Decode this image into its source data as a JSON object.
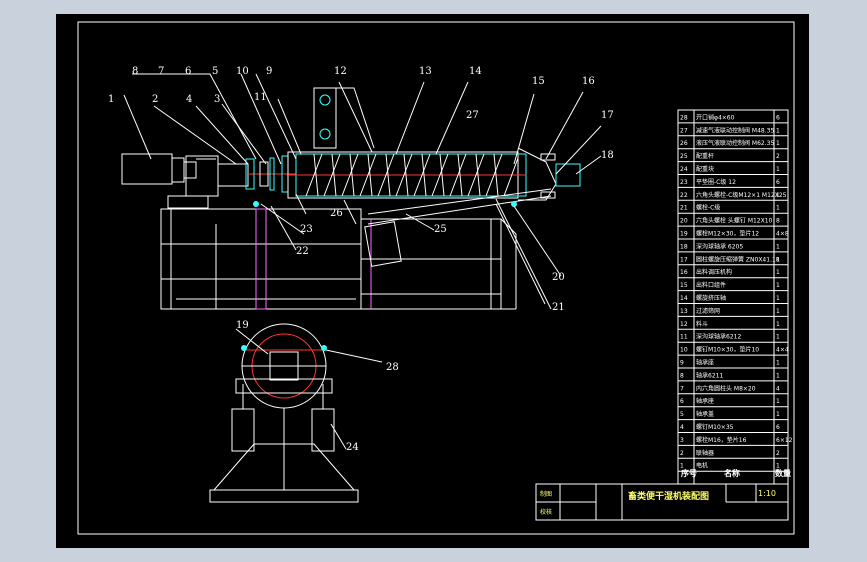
{
  "drawing": {
    "title": "畜类便干湿机装配图",
    "scale": "1:10",
    "title_block": {
      "drawn_label": "制图",
      "checked_label": "校核"
    },
    "bom_header": {
      "seq": "序号",
      "name": "名称",
      "qty": "数量"
    },
    "bom": [
      {
        "no": "28",
        "name": "开口销φ4×60",
        "qty": "6"
      },
      {
        "no": "27",
        "name": "减速气液联动控制阀 M48.35",
        "qty": "1"
      },
      {
        "no": "26",
        "name": "液压气液联动控制阀 M62.35",
        "qty": "1"
      },
      {
        "no": "25",
        "name": "配重杆",
        "qty": "2"
      },
      {
        "no": "24",
        "name": "配重块",
        "qty": "1"
      },
      {
        "no": "23",
        "name": "平垫圈-C级 12",
        "qty": "6"
      },
      {
        "no": "22",
        "name": "六角头螺栓-C级M12×1 M12X25",
        "qty": "1"
      },
      {
        "no": "21",
        "name": "螺栓-C级",
        "qty": "1"
      },
      {
        "no": "20",
        "name": "六角头螺栓 头螺钉 M12X10",
        "qty": "8"
      },
      {
        "no": "19",
        "name": "螺栓M12×30，垫片12",
        "qty": "4×8"
      },
      {
        "no": "18",
        "name": "深沟球轴承 6205",
        "qty": "1"
      },
      {
        "no": "17",
        "name": "圆柱螺旋压缩弹簧 ZN0X41.18",
        "qty": "1"
      },
      {
        "no": "16",
        "name": "出料调压机构",
        "qty": "1"
      },
      {
        "no": "15",
        "name": "出料口组件",
        "qty": "1"
      },
      {
        "no": "14",
        "name": "螺旋挤压轴",
        "qty": "1"
      },
      {
        "no": "13",
        "name": "过滤筛网",
        "qty": "1"
      },
      {
        "no": "12",
        "name": "料斗",
        "qty": "1"
      },
      {
        "no": "11",
        "name": "深沟球轴承6212",
        "qty": "1"
      },
      {
        "no": "10",
        "name": "螺钉M10×30，垫片10",
        "qty": "4×4"
      },
      {
        "no": "9",
        "name": "轴承座",
        "qty": "1"
      },
      {
        "no": "8",
        "name": "轴承6211",
        "qty": "1"
      },
      {
        "no": "7",
        "name": "内六角圆柱头 M8×20",
        "qty": "4"
      },
      {
        "no": "6",
        "name": "轴承座",
        "qty": "1"
      },
      {
        "no": "5",
        "name": "轴承盖",
        "qty": "1"
      },
      {
        "no": "4",
        "name": "螺钉M10×35",
        "qty": "6"
      },
      {
        "no": "3",
        "name": "螺栓M16，垫片16",
        "qty": "6×12"
      },
      {
        "no": "2",
        "name": "联轴器",
        "qty": "2"
      },
      {
        "no": "1",
        "name": "电机",
        "qty": "1"
      }
    ],
    "callouts": [
      "1",
      "2",
      "3",
      "4",
      "5",
      "6",
      "7",
      "8",
      "9",
      "10",
      "11",
      "12",
      "13",
      "14",
      "15",
      "16",
      "17",
      "18",
      "19",
      "20",
      "21",
      "22",
      "23",
      "24",
      "25",
      "26",
      "27",
      "28"
    ]
  }
}
